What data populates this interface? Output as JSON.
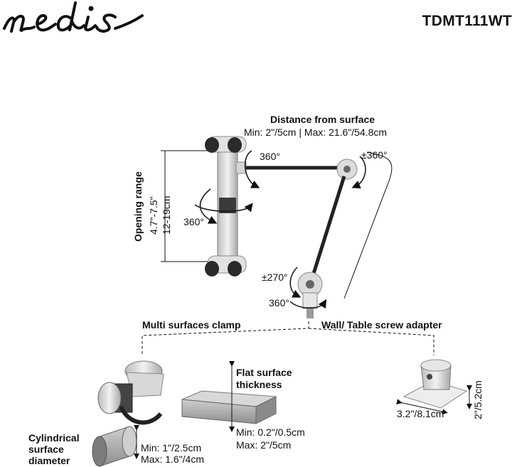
{
  "brand": {
    "logo_text": "nedis"
  },
  "model": "TDMT111WT",
  "arm": {
    "distance_title": "Distance from surface",
    "distance_values": "Min: 2\"/5cm | Max: 21.6\"/54.8cm",
    "opening_title": "Opening range",
    "opening_inch": "4.7\"-7.5\"",
    "opening_cm": "12-19cm",
    "rot_clamp_top": "360°",
    "rot_elbow": "±360°",
    "rot_clamp_mid": "360°",
    "rot_base_tilt": "±270°",
    "rot_base_spin": "360°"
  },
  "mounts": {
    "clamp_title": "Multi surfaces clamp",
    "adapter_title": "Wall/ Table screw adapter",
    "flat_title_1": "Flat surface",
    "flat_title_2": "thickness",
    "flat_min": "Min: 0.2\"/0.5cm",
    "flat_max": "Max: 2\"/5cm",
    "cyl_title_1": "Cylindrical",
    "cyl_title_2": "surface",
    "cyl_title_3": "diameter",
    "cyl_min": "Min: 1\"/2.5cm",
    "cyl_max": "Max: 1.6\"/4cm",
    "adapter_width": "3.2\"/8.1cm",
    "adapter_height": "2\"/5.2cm"
  }
}
